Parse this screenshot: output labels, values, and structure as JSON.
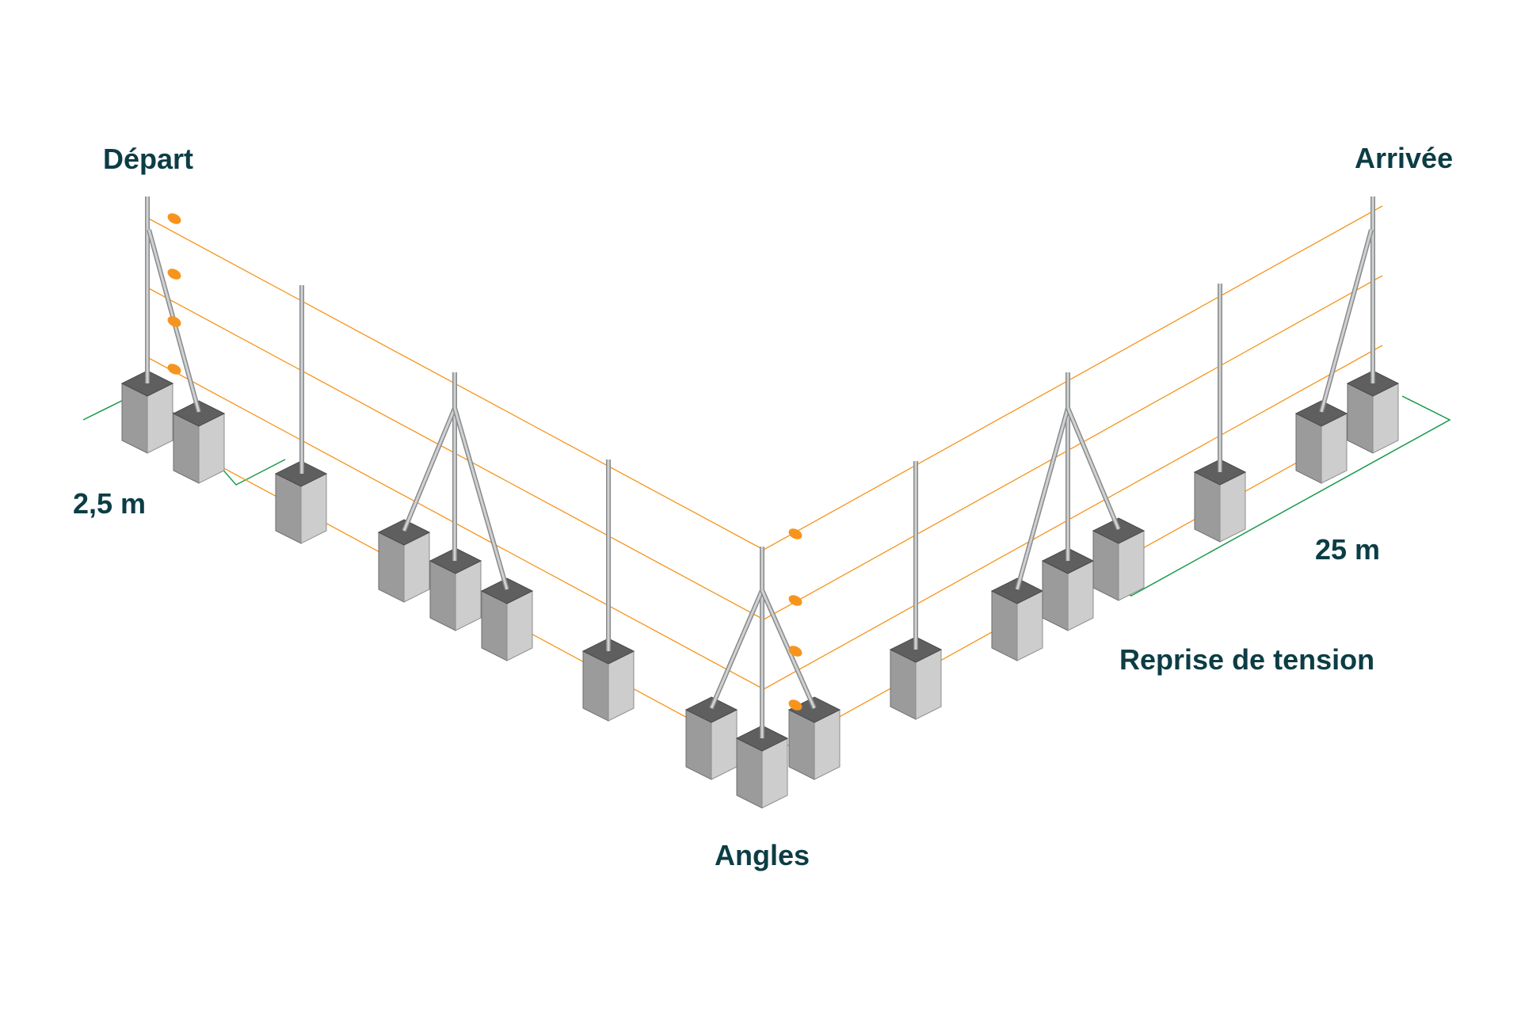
{
  "labels": {
    "start": "Départ",
    "end": "Arrivée",
    "width": "2,5 m",
    "span": "25 m",
    "tension_resumption": "Reprise de tension",
    "corners": "Angles"
  },
  "colors": {
    "label_text": "#0c3d45",
    "wire": "#f7941d",
    "insulator": "#f7941d",
    "dimension_line": "#1a9a4a",
    "block_top": "#5f5f5f",
    "block_left": "#9b9b9b",
    "block_right": "#cdcdcd",
    "post": "#a6a6a6"
  },
  "elements": {
    "wire_count": 4,
    "icons": [
      "concrete-block-icon",
      "fence-post-icon",
      "insulator-icon"
    ]
  }
}
